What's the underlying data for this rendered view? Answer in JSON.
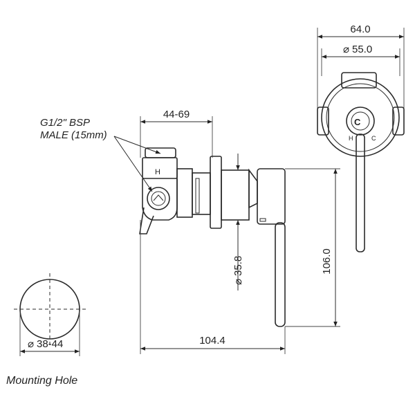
{
  "labels": {
    "thread_line1": "G1/2\" BSP",
    "thread_line2": "MALE (15mm)",
    "mounting_hole": "Mounting Hole",
    "hot_mark": "H",
    "cold_mark": "C"
  },
  "dimensions": {
    "overall_width": "64.0",
    "plate_diameter": "55.0",
    "body_depth": "44-69",
    "height": "106.0",
    "shaft_diameter": "35.8",
    "mounting_hole_diameter": "38-44",
    "overall_depth": "104.4"
  }
}
